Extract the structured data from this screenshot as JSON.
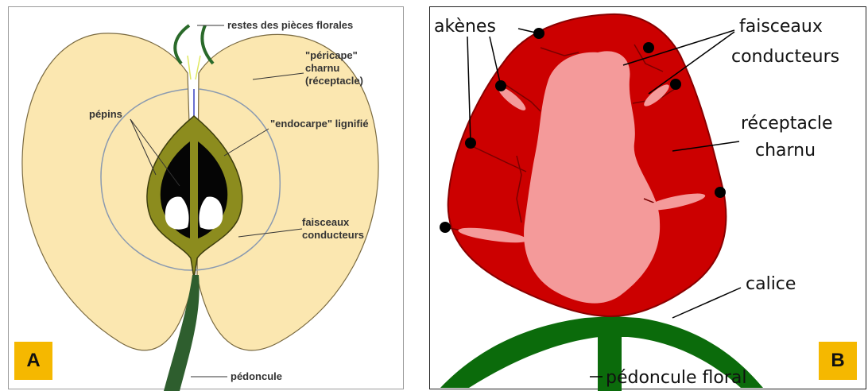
{
  "panel_a": {
    "badge": "A",
    "labels": {
      "floral_remains": "restes des pièces florales",
      "pericarp_1": "\"péricape\"",
      "pericarp_2": "charnu",
      "pericarp_3": "(réceptacle)",
      "seeds": "pépins",
      "endocarp": "\"endocarpe\" lignifié",
      "bundles_1": "faisceaux",
      "bundles_2": "conducteurs",
      "stalk": "pédoncule"
    }
  },
  "panel_b": {
    "badge": "B",
    "labels": {
      "achenes": "akènes",
      "bundles_1": "faisceaux",
      "bundles_2": "conducteurs",
      "receptacle_1": "réceptacle",
      "receptacle_2": "charnu",
      "calyx": "calice",
      "stalk": "pédoncule floral"
    }
  },
  "colors": {
    "apple_flesh": "#fbe7b0",
    "endocarp": "#8c8c1e",
    "strawberry_red": "#cc0000",
    "strawberry_pink": "#f49a9a",
    "stem_green": "#1e6b1e",
    "badge": "#f5b800"
  }
}
